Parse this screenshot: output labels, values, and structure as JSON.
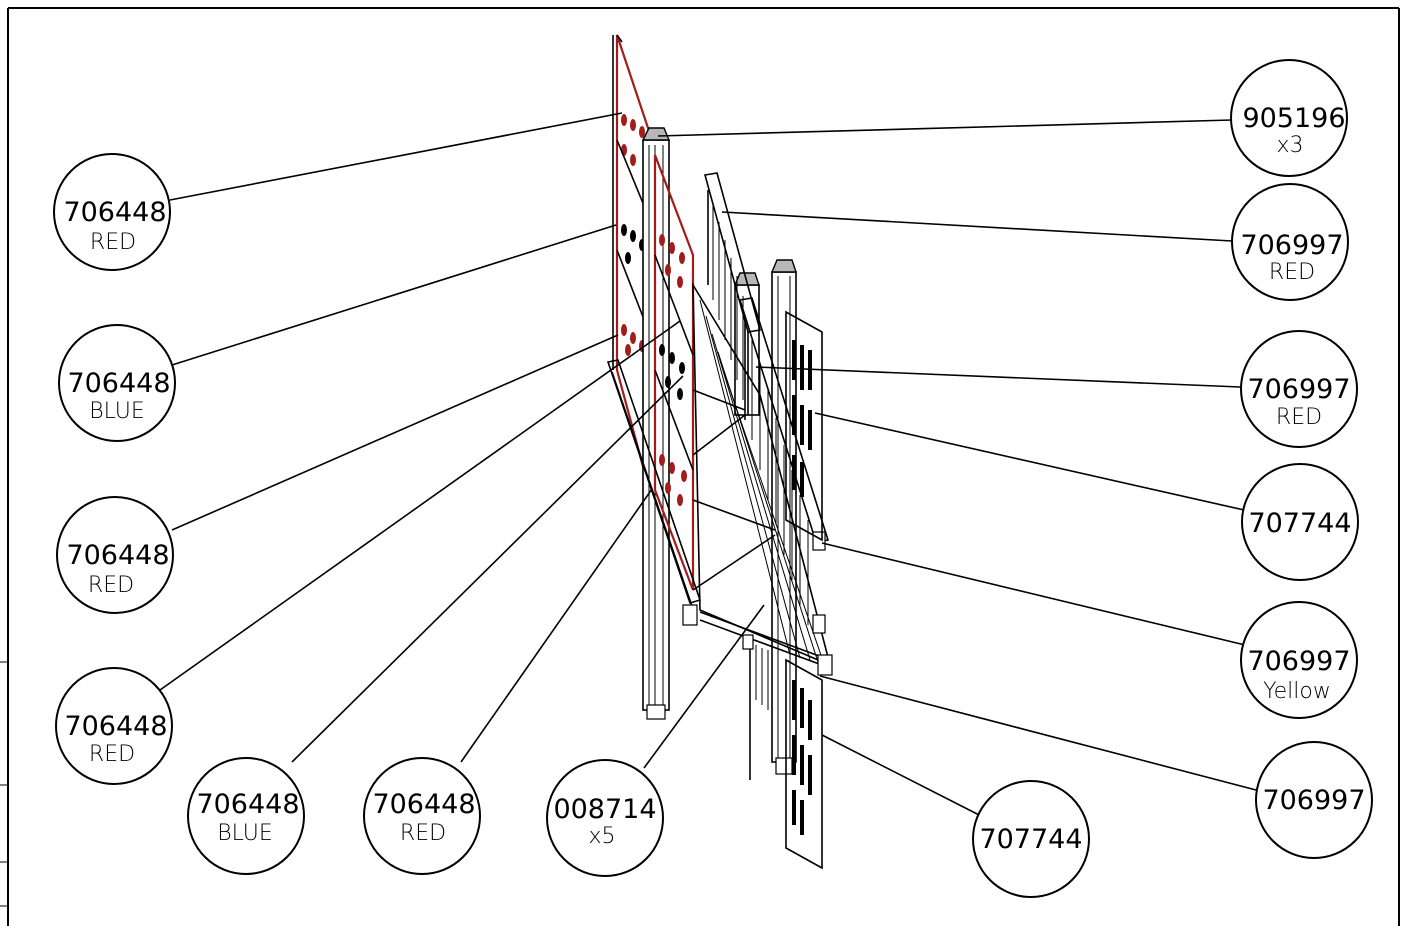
{
  "callouts": [
    {
      "id": "c-905196",
      "part": "905196",
      "note": "x3"
    },
    {
      "id": "c-706997-a",
      "part": "706997",
      "note": "RED"
    },
    {
      "id": "c-706997-b",
      "part": "706997",
      "note": "RED"
    },
    {
      "id": "c-707744-a",
      "part": "707744",
      "note": ""
    },
    {
      "id": "c-706997-c",
      "part": "706997",
      "note": "Yellow"
    },
    {
      "id": "c-706997-d",
      "part": "706997",
      "note": ""
    },
    {
      "id": "c-707744-b",
      "part": "707744",
      "note": ""
    },
    {
      "id": "c-008714",
      "part": "008714",
      "note": "x5"
    },
    {
      "id": "c-706448-a",
      "part": "706448",
      "note": "RED"
    },
    {
      "id": "c-706448-b",
      "part": "706448",
      "note": "BLUE"
    },
    {
      "id": "c-706448-c",
      "part": "706448",
      "note": "RED"
    },
    {
      "id": "c-706448-d",
      "part": "706448",
      "note": "RED"
    },
    {
      "id": "c-706448-e",
      "part": "706448",
      "note": "BLUE"
    },
    {
      "id": "c-706448-f",
      "part": "706448",
      "note": "RED"
    }
  ],
  "colors": {
    "line": "#000000",
    "red_panel": "#a31c1c",
    "cap_grey": "#b8b8b8",
    "background": "#ffffff"
  }
}
